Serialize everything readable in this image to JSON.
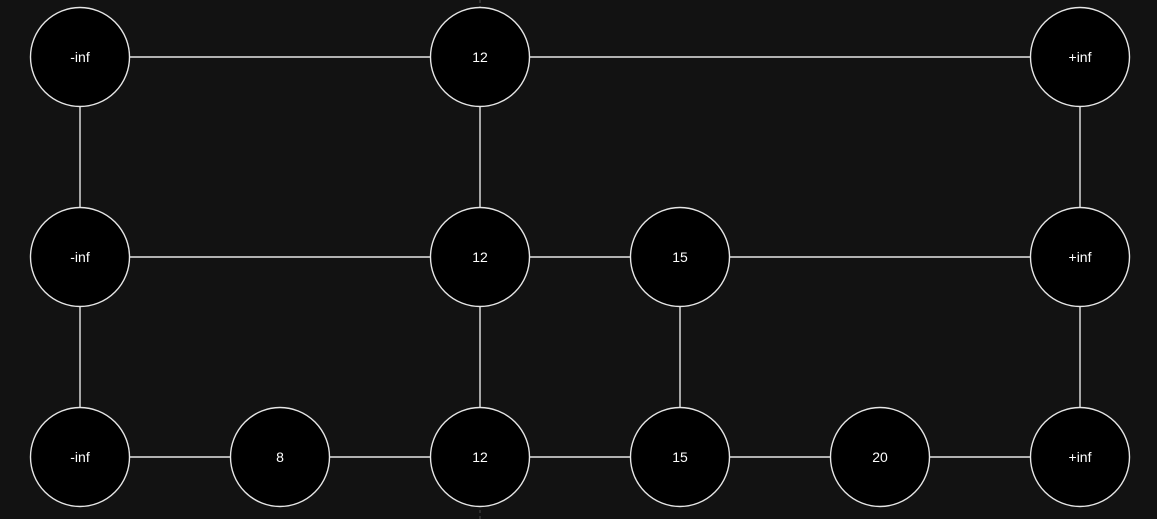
{
  "colors": {
    "background": "#121212",
    "node_fill": "#000000",
    "stroke": "#e6e6e6",
    "label": "#ffffff"
  },
  "levels": [
    {
      "nodes": [
        {
          "id": "L2-ninf",
          "label": "-inf",
          "col": 0
        },
        {
          "id": "L2-12",
          "label": "12",
          "col": 2
        },
        {
          "id": "L2-pinf",
          "label": "+inf",
          "col": 5
        }
      ]
    },
    {
      "nodes": [
        {
          "id": "L1-ninf",
          "label": "-inf",
          "col": 0
        },
        {
          "id": "L1-12",
          "label": "12",
          "col": 2
        },
        {
          "id": "L1-15",
          "label": "15",
          "col": 3
        },
        {
          "id": "L1-pinf",
          "label": "+inf",
          "col": 5
        }
      ]
    },
    {
      "nodes": [
        {
          "id": "L0-ninf",
          "label": "-inf",
          "col": 0
        },
        {
          "id": "L0-8",
          "label": "8",
          "col": 1
        },
        {
          "id": "L0-12",
          "label": "12",
          "col": 2
        },
        {
          "id": "L0-15",
          "label": "15",
          "col": 3
        },
        {
          "id": "L0-20",
          "label": "20",
          "col": 4
        },
        {
          "id": "L0-pinf",
          "label": "+inf",
          "col": 5
        }
      ]
    }
  ],
  "vertical_links": [
    [
      "L2-ninf",
      "L1-ninf"
    ],
    [
      "L1-ninf",
      "L0-ninf"
    ],
    [
      "L2-12",
      "L1-12"
    ],
    [
      "L1-12",
      "L0-12"
    ],
    [
      "L1-15",
      "L0-15"
    ],
    [
      "L2-pinf",
      "L1-pinf"
    ],
    [
      "L1-pinf",
      "L0-pinf"
    ]
  ]
}
